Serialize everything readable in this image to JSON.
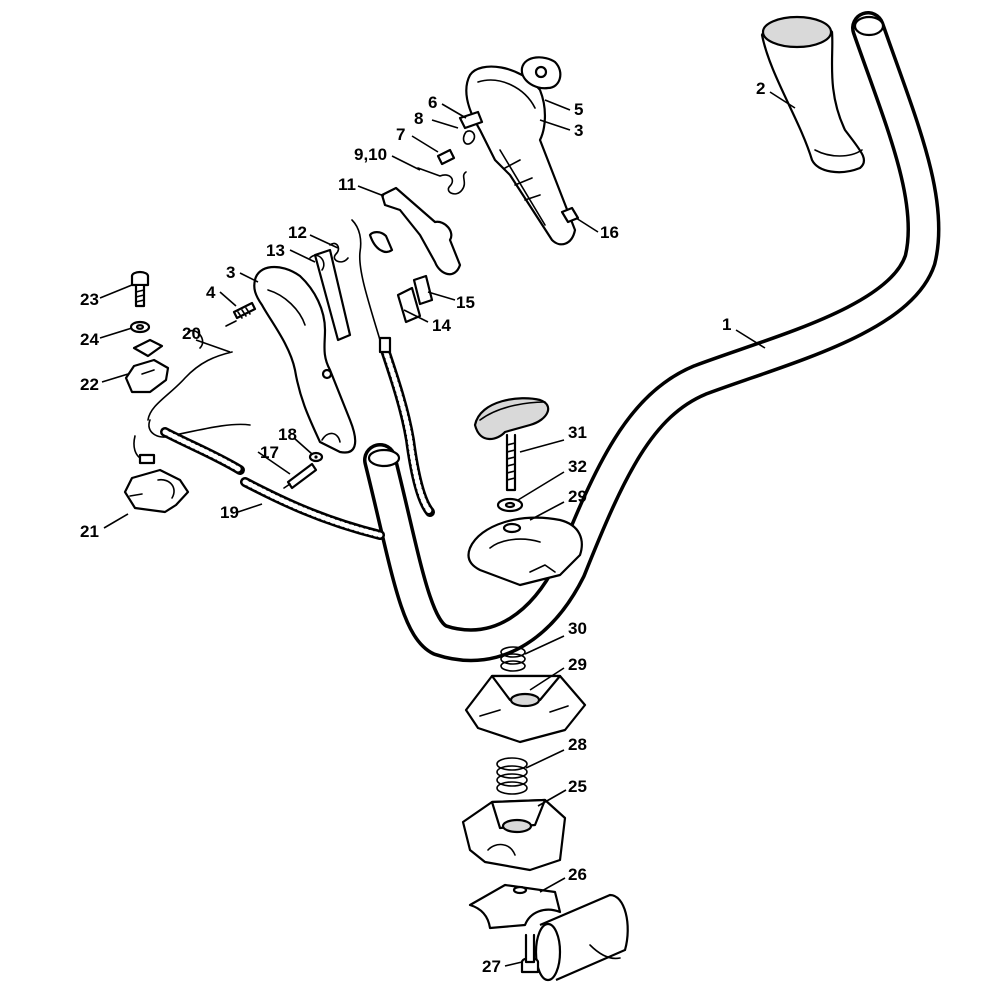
{
  "diagram": {
    "callouts": [
      {
        "id": "c1",
        "label": "1"
      },
      {
        "id": "c2",
        "label": "2"
      },
      {
        "id": "c3a",
        "label": "3"
      },
      {
        "id": "c3b",
        "label": "3"
      },
      {
        "id": "c4",
        "label": "4"
      },
      {
        "id": "c5",
        "label": "5"
      },
      {
        "id": "c6",
        "label": "6"
      },
      {
        "id": "c7",
        "label": "7"
      },
      {
        "id": "c8",
        "label": "8"
      },
      {
        "id": "c910",
        "label": "9,10"
      },
      {
        "id": "c11",
        "label": "11"
      },
      {
        "id": "c12",
        "label": "12"
      },
      {
        "id": "c13",
        "label": "13"
      },
      {
        "id": "c14",
        "label": "14"
      },
      {
        "id": "c15",
        "label": "15"
      },
      {
        "id": "c16",
        "label": "16"
      },
      {
        "id": "c17",
        "label": "17"
      },
      {
        "id": "c18",
        "label": "18"
      },
      {
        "id": "c19",
        "label": "19"
      },
      {
        "id": "c20",
        "label": "20"
      },
      {
        "id": "c21",
        "label": "21"
      },
      {
        "id": "c22",
        "label": "22"
      },
      {
        "id": "c23",
        "label": "23"
      },
      {
        "id": "c24",
        "label": "24"
      },
      {
        "id": "c25",
        "label": "25"
      },
      {
        "id": "c26",
        "label": "26"
      },
      {
        "id": "c27",
        "label": "27"
      },
      {
        "id": "c28",
        "label": "28"
      },
      {
        "id": "c29a",
        "label": "29"
      },
      {
        "id": "c29b",
        "label": "29"
      },
      {
        "id": "c30",
        "label": "30"
      },
      {
        "id": "c31",
        "label": "31"
      },
      {
        "id": "c32",
        "label": "32"
      }
    ]
  }
}
